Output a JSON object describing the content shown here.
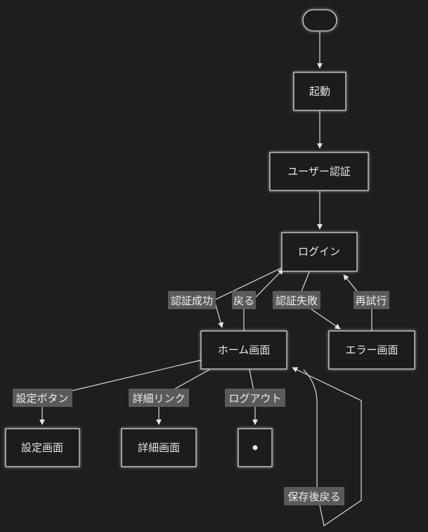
{
  "nodes": {
    "start": "",
    "launch": "起動",
    "user_auth": "ユーザー認証",
    "login": "ログイン",
    "home": "ホーム画面",
    "error": "エラー画面",
    "settings": "設定画面",
    "details": "詳細画面",
    "end": ""
  },
  "edges": {
    "auth_success": "認証成功",
    "back": "戻る",
    "auth_fail": "認証失敗",
    "retry": "再試行",
    "settings_button": "設定ボタン",
    "detail_link": "詳細リンク",
    "logout": "ログアウト",
    "save_back": "保存後戻る"
  }
}
